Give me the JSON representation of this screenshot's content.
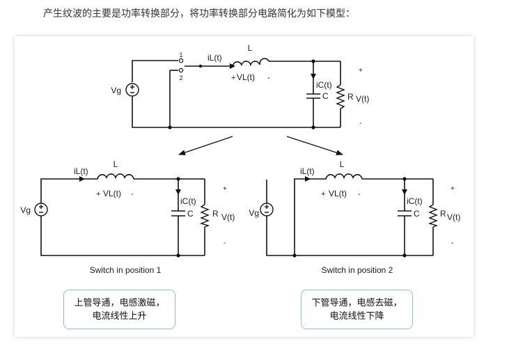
{
  "heading": "产生纹波的主要是功率转换部分，将功率转换部分电路简化为如下模型：",
  "colors": {
    "wire": "#111111",
    "box_border": "#8fc2c8",
    "text": "#333333"
  },
  "top_circuit": {
    "source": "Vg",
    "switch_pos1": "1",
    "switch_pos2": "2",
    "inductor": "L",
    "inductor_current": "iL(t)",
    "inductor_voltage": "VL(t)",
    "cap_current": "iC(t)",
    "capacitor": "C",
    "resistor": "R",
    "output_voltage": "V(t)"
  },
  "left_circuit": {
    "source": "Vg",
    "inductor": "L",
    "inductor_current": "iL(t)",
    "inductor_voltage": "VL(t)",
    "cap_current": "iC(t)",
    "capacitor": "C",
    "resistor": "R",
    "output_voltage": "V(t)",
    "caption": "Switch in position 1"
  },
  "right_circuit": {
    "source": "Vg",
    "inductor": "L",
    "inductor_current": "iL(t)",
    "inductor_voltage": "VL(t)",
    "cap_current": "iC(t)",
    "capacitor": "C",
    "resistor": "R",
    "output_voltage": "V(t)",
    "caption": "Switch in position 2"
  },
  "notes": {
    "left": [
      "上管导通，电感激磁，",
      "电流线性上升"
    ],
    "right": [
      "下管导通，电感去磁，",
      "电流线性下降"
    ]
  }
}
